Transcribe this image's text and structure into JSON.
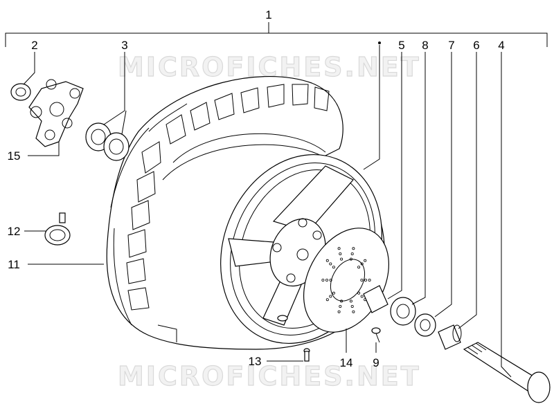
{
  "watermark": {
    "text": "MICROFICHES.NET"
  },
  "callouts": [
    {
      "id": "c1",
      "label": "1"
    },
    {
      "id": "c2",
      "label": "2"
    },
    {
      "id": "c3",
      "label": "3"
    },
    {
      "id": "c4",
      "label": "4"
    },
    {
      "id": "c5",
      "label": "5"
    },
    {
      "id": "c6",
      "label": "6"
    },
    {
      "id": "c7",
      "label": "7"
    },
    {
      "id": "c8",
      "label": "8"
    },
    {
      "id": "c9",
      "label": "9"
    },
    {
      "id": "c11",
      "label": "11"
    },
    {
      "id": "c12",
      "label": "12"
    },
    {
      "id": "c13",
      "label": "13"
    },
    {
      "id": "c14",
      "label": "14"
    },
    {
      "id": "c15",
      "label": "15"
    }
  ]
}
